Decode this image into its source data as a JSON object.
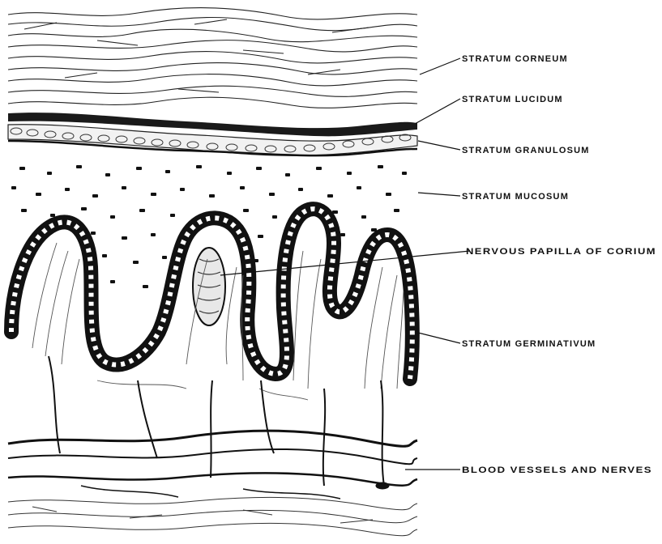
{
  "diagram": {
    "labels": [
      {
        "id": "stratum-corneum",
        "text": "STRATUM CORNEUM"
      },
      {
        "id": "stratum-lucidum",
        "text": "STRATUM LUCIDUM"
      },
      {
        "id": "stratum-granulosum",
        "text": "STRATUM GRANULOSUM"
      },
      {
        "id": "stratum-mucosum",
        "text": "STRATUM MUCOSUM"
      },
      {
        "id": "nervous-papilla",
        "text": "NERVOUS PAPILLA OF CORIUM"
      },
      {
        "id": "stratum-germinativum",
        "text": "STRATUM GERMINATIVUM"
      },
      {
        "id": "blood-vessels",
        "text": "BLOOD VESSELS AND NERVES"
      }
    ]
  }
}
